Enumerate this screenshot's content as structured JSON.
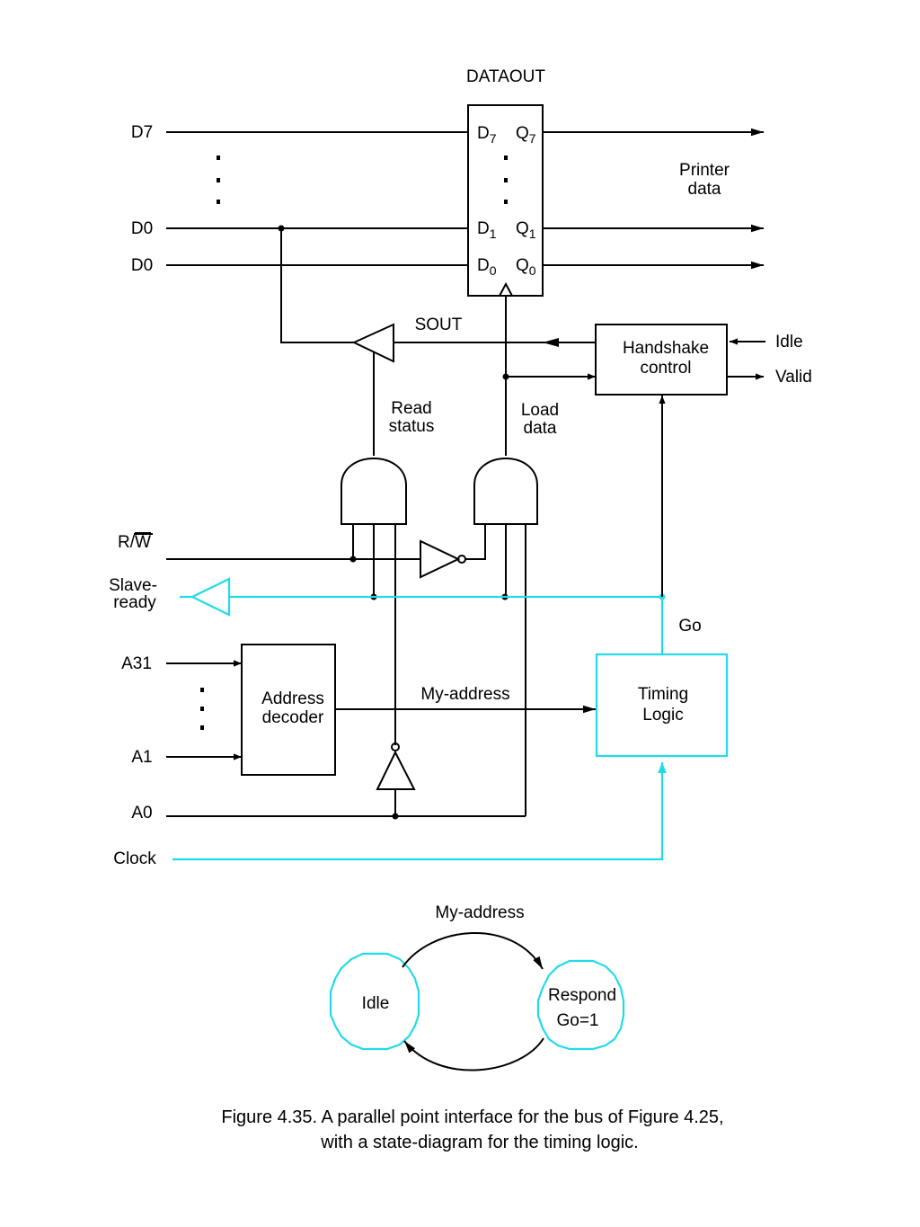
{
  "colors": {
    "line": "#000000",
    "highlight": "#22dbe8"
  },
  "labels": {
    "dataout": "DATAOUT",
    "d7": "D7",
    "d0_upper": "D0",
    "d0_lower": "D0",
    "ff_d7_main": "D",
    "ff_d7_sub": "7",
    "ff_q7_main": "Q",
    "ff_q7_sub": "7",
    "ff_d1_main": "D",
    "ff_d1_sub": "1",
    "ff_q1_main": "Q",
    "ff_q1_sub": "1",
    "ff_d0_main": "D",
    "ff_d0_sub": "0",
    "ff_q0_main": "Q",
    "ff_q0_sub": "0",
    "printer_line1": "Printer",
    "printer_line2": "data",
    "sout": "SOUT",
    "handshake_line1": "Handshake",
    "handshake_line2": "control",
    "idle_signal": "Idle",
    "valid_signal": "Valid",
    "read_line1": "Read",
    "read_line2": "status",
    "load_line1": "Load",
    "load_line2": "data",
    "rw_r": "R/",
    "rw_w": "W",
    "slave_line1": "Slave-",
    "slave_line2": "ready",
    "go": "Go",
    "a31": "A31",
    "a1": "A1",
    "a0": "A0",
    "clock": "Clock",
    "address_line1": "Address",
    "address_line2": "decoder",
    "my_address": "My-address",
    "timing_line1": "Timing",
    "timing_line2": "Logic"
  },
  "state_diagram": {
    "transition_label": "My-address",
    "state_idle": "Idle",
    "state_respond_line1": "Respond",
    "state_respond_line2": "Go=1"
  },
  "caption": {
    "line1": "Figure 4.35. A parallel point interface for the bus of Figure 4.25,",
    "line2": "with a state-diagram for the timing logic."
  }
}
